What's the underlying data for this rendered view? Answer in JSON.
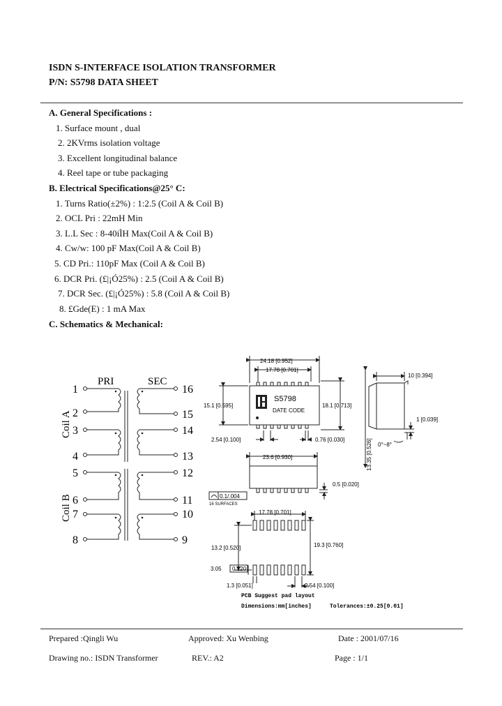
{
  "header": {
    "title": "ISDN S-INTERFACE ISOLATION TRANSFORMER",
    "part": "P/N: S5798 DATA SHEET"
  },
  "sectionA": {
    "heading": "A. General Specifications :",
    "items": [
      "1. Surface mount , dual",
      "2. 2KVrms isolation voltage",
      "3. Excellent longitudinal balance",
      "4. Reel tape or tube packaging"
    ]
  },
  "sectionB": {
    "heading": "B. Electrical Specifications@25° C:",
    "items": [
      "1. Turns Ratio(±2%) : 1:2.5 (Coil A & Coil B)",
      "2. OCL Pri : 22mH Min",
      "3. L.L Sec : 8-40íÌH Max(Coil A & Coil B)",
      "4. Cw/w: 100 pF Max(Coil A & Coil B)",
      "5. CD Pri.: 110pF Max (Coil A & Coil B)",
      "6. DCR Pri. (£|¡Ó25%) : 2.5 (Coil A & Coil B)",
      "7. DCR Sec. (£|¡Ó25%) : 5.8 (Coil A & Coil B)",
      "8. £Gde(E) : 1 mA Max"
    ]
  },
  "sectionC": {
    "heading": "C. Schematics & Mechanical:"
  },
  "schematic": {
    "pri": "PRI",
    "sec": "SEC",
    "coilA": "Coil A",
    "coilB": "Coil B",
    "leftPins": [
      "1",
      "2",
      "3",
      "4",
      "5",
      "6",
      "7",
      "8"
    ],
    "rightPins": [
      "16",
      "15",
      "14",
      "13",
      "12",
      "11",
      "10",
      "9"
    ]
  },
  "mechanical": {
    "topWidth": "24.18 [0.952]",
    "innerWidth": "17.78 [0.701]",
    "leftHeight": "15.1 [0.595]",
    "rightHeight": "18.1 [0.713]",
    "chipPart": "S5798",
    "chipDate": "DATE CODE",
    "pitch": "2.54 [0.100]",
    "leadWidth": "0.76 [0.030]",
    "sideHeight": "10 [0.394]",
    "standoff": "1 [0.039]",
    "angle": "0°~8°",
    "bodyLength": "13.35 [0.526]",
    "sideLength": "23.6 [0.930]",
    "leadThick": "0.5 [0.020]",
    "coplanarity": "0.1/.004",
    "surfaces": "16 SURFACES",
    "padSpan": "17.78 [0.701]",
    "padRowDist": "13.2 [0.520]",
    "padOverall": "19.3 [0.760]",
    "padLength": "3.05",
    "padLengthIn": "0.120",
    "padWidth": "1.3 [0.051]",
    "padPitch": "2.54 [0.100]",
    "padCaption": "PCB Suggest pad layout",
    "dimensions": "Dimensions:mm[inches]",
    "tolerance": "Tolerances:±0.25[0.01]"
  },
  "footer": {
    "prepared": "Prepared :Qingli Wu",
    "approved": "Approved: Xu Wenbing",
    "date": "Date : 2001/07/16",
    "drawing": "Drawing no.: ISDN Transformer",
    "rev": "REV.: A2",
    "page": "Page : 1/1"
  }
}
